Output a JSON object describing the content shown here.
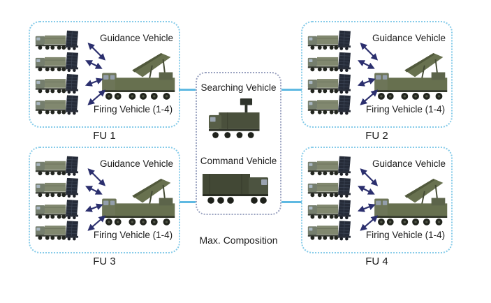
{
  "diagram_caption": "Max. Composition",
  "fire_units": [
    {
      "label": "FU 1",
      "guidance_label": "Guidance Vehicle",
      "firing_label": "Firing Vehicle (1-4)"
    },
    {
      "label": "FU 2",
      "guidance_label": "Guidance Vehicle",
      "firing_label": "Firing Vehicle (1-4)"
    },
    {
      "label": "FU 3",
      "guidance_label": "Guidance Vehicle",
      "firing_label": "Firing Vehicle (1-4)"
    },
    {
      "label": "FU 4",
      "guidance_label": "Guidance Vehicle",
      "firing_label": "Firing Vehicle (1-4)"
    }
  ],
  "center": {
    "searching_label": "Searching Vehicle",
    "command_label": "Command Vehicle",
    "caption": "Max. Composition"
  },
  "links": [
    "FU 1 - center",
    "center - FU 2",
    "FU 3 - center",
    "center - FU 4"
  ],
  "icons": {
    "firing_vehicle": "truck-with-erected-missile-launcher-icon",
    "guidance_vehicle": "truck-with-raised-radar-panel-icon",
    "searching_vehicle": "truck-with-mast-radar-icon",
    "command_vehicle": "box-truck-icon",
    "link_arrow": "double-headed-arrow-icon"
  },
  "colors": {
    "fu_border": "#85cbe9",
    "center_border": "#9aa2c0",
    "link_line": "#5fb9e2",
    "arrow": "#2b2f6e",
    "text": "#1b1b1b",
    "background": "#ffffff"
  }
}
